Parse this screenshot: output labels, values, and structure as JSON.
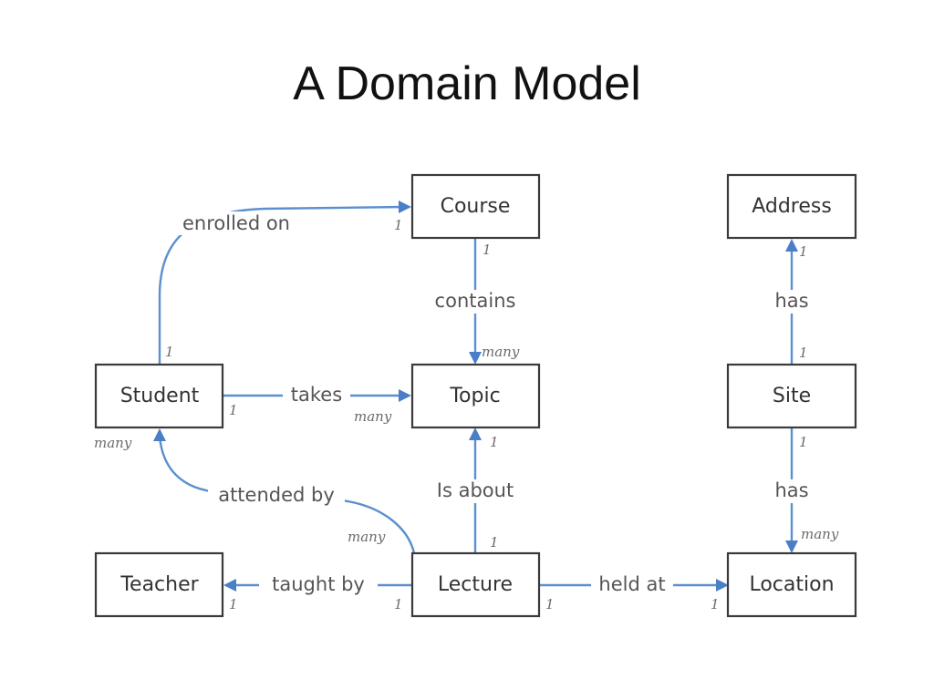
{
  "title": "A Domain Model",
  "colors": {
    "relationship_line": "#5b8fd0",
    "arrow_head": "#4a7fc8",
    "box_border": "#3a3a3a",
    "text": "#333333"
  },
  "entities": {
    "course": "Course",
    "address": "Address",
    "student": "Student",
    "topic": "Topic",
    "site": "Site",
    "teacher": "Teacher",
    "lecture": "Lecture",
    "location": "Location"
  },
  "relationships": {
    "enrolled_on": {
      "label": "enrolled on",
      "from_mult": "1",
      "to_mult": "1"
    },
    "contains": {
      "label": "contains",
      "from_mult": "1",
      "to_mult": "many"
    },
    "takes": {
      "label": "takes",
      "from_mult": "1",
      "to_mult": "many"
    },
    "attended_by": {
      "label": "attended by",
      "from_mult": "many",
      "to_mult": "many"
    },
    "is_about": {
      "label": "Is about",
      "from_mult": "1",
      "to_mult": "1"
    },
    "taught_by": {
      "label": "taught by",
      "from_mult": "1",
      "to_mult": "1"
    },
    "held_at": {
      "label": "held at",
      "from_mult": "1",
      "to_mult": "1"
    },
    "site_has_address": {
      "label": "has",
      "from_mult": "1",
      "to_mult": "1"
    },
    "site_has_location": {
      "label": "has",
      "from_mult": "1",
      "to_mult": "many"
    }
  }
}
